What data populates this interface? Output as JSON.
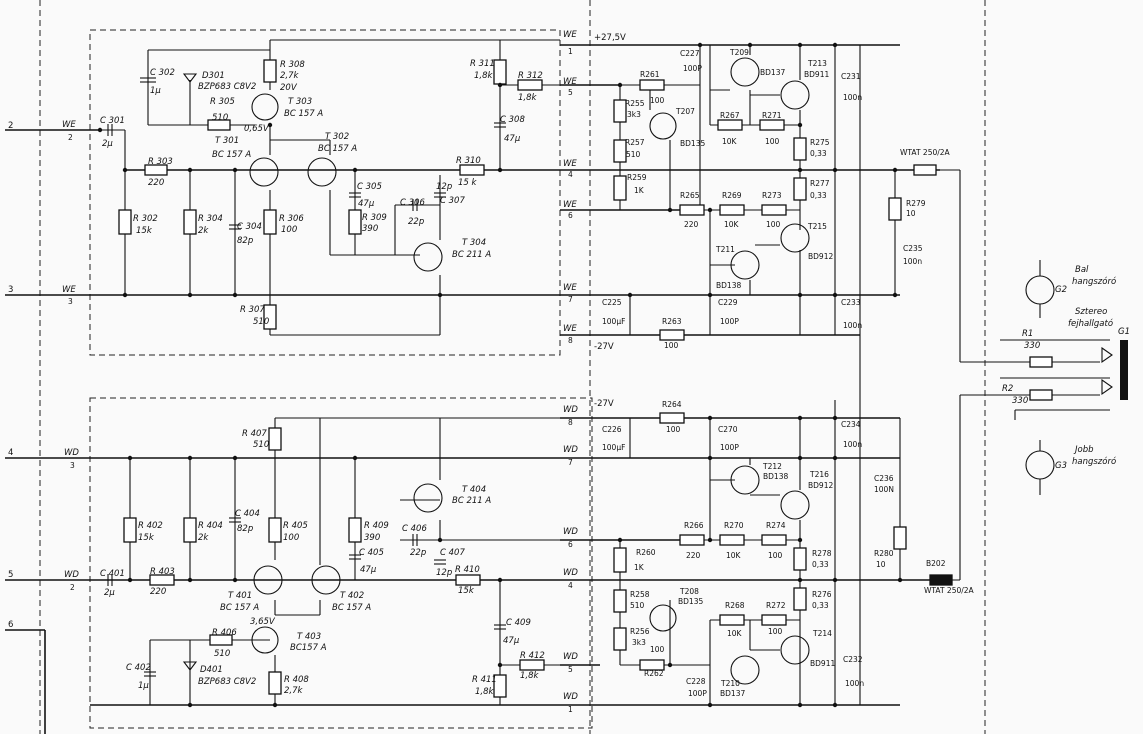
{
  "supply": {
    "pos": "+27,5V",
    "neg_top": "-27V",
    "neg_bot": "-27V"
  },
  "inputs": [
    "2",
    "3",
    "4",
    "5",
    "6"
  ],
  "top_channel": {
    "connector": "WE",
    "pins": [
      "1",
      "5",
      "4",
      "6",
      "7",
      "8"
    ],
    "edge_in": [
      "2",
      "3"
    ],
    "parts": {
      "C302": [
        "C 302",
        "1µ"
      ],
      "D301": [
        "D301",
        "BZP683 C8V2"
      ],
      "R308": [
        "R 308",
        "2,7k"
      ],
      "v20": "20V",
      "R305": [
        "R 305",
        "510"
      ],
      "T303": [
        "T 303",
        "BC 157 A"
      ],
      "v065": "0,65V",
      "C301": [
        "C 301",
        "2µ"
      ],
      "T301": [
        "T 301",
        "BC 157 A"
      ],
      "T302": [
        "T 302",
        "BC 157 A"
      ],
      "R303": [
        "R 303",
        "220"
      ],
      "R302": [
        "R 302",
        "15k"
      ],
      "R304": [
        "R 304",
        "2k"
      ],
      "C304": [
        "C 304",
        "82p"
      ],
      "R306": [
        "R 306",
        "100"
      ],
      "C305": [
        "C 305",
        "47µ"
      ],
      "R309": [
        "R 309",
        "390"
      ],
      "C306": [
        "C 306",
        "22p"
      ],
      "C307": [
        "C 307",
        "12p"
      ],
      "R310": [
        "R 310",
        "15 k"
      ],
      "R311": [
        "R 311",
        "1,8k"
      ],
      "R312": [
        "R 312",
        "1,8k"
      ],
      "C308": [
        "C 308",
        "47µ"
      ],
      "T304": [
        "T 304",
        "BC 211 A"
      ],
      "R307": [
        "R 307",
        "510"
      ]
    }
  },
  "bottom_channel": {
    "connector": "WD",
    "pins": [
      "8",
      "7",
      "6",
      "4",
      "5",
      "1"
    ],
    "edge_in": [
      "3",
      "2"
    ],
    "parts": {
      "R407": [
        "R 407",
        "510"
      ],
      "T404": [
        "T 404",
        "BC 211 A"
      ],
      "C401": [
        "C 401",
        "2µ"
      ],
      "R402": [
        "R 402",
        "15k"
      ],
      "R404": [
        "R 404",
        "2k"
      ],
      "C404": [
        "C 404",
        "82p"
      ],
      "R405": [
        "R 405",
        "100"
      ],
      "R409": [
        "R 409",
        "390"
      ],
      "C406": [
        "C 406",
        "22p"
      ],
      "C405": [
        "C 405",
        "47µ"
      ],
      "C407": [
        "C 407",
        "12p"
      ],
      "R410": [
        "R 410",
        "15k"
      ],
      "R403": [
        "R 403",
        "220"
      ],
      "T401": [
        "T 401",
        "BC 157 A"
      ],
      "T402": [
        "T 402",
        "BC 157 A"
      ],
      "v365": "3,65V",
      "R406": [
        "R 406",
        "510"
      ],
      "T403": [
        "T 403",
        "BC157 A"
      ],
      "C402": [
        "C 402",
        "1µ"
      ],
      "D401": [
        "D401",
        "BZP683 C8V2"
      ],
      "R408": [
        "R 408",
        "2,7k"
      ],
      "C409": [
        "C 409",
        "47µ"
      ],
      "R411": [
        "R 411",
        "1,8k"
      ],
      "R412": [
        "R 412",
        "1,8k"
      ]
    }
  },
  "output_top": {
    "C227": [
      "C227",
      "100P"
    ],
    "T209": [
      "T209",
      "BD137"
    ],
    "T213": [
      "T213",
      "BD911"
    ],
    "C231": [
      "C231",
      "100n"
    ],
    "R261": [
      "R261",
      "100"
    ],
    "R255": [
      "R255",
      "3k3"
    ],
    "T207": [
      "T207",
      "BD135"
    ],
    "R257": [
      "R257",
      "510"
    ],
    "R267": [
      "R267",
      "10K"
    ],
    "R271": [
      "R271",
      "100"
    ],
    "R275": [
      "R275",
      "0,33"
    ],
    "R259": [
      "R259",
      "1K"
    ],
    "R265": [
      "R265",
      "220"
    ],
    "R269": [
      "R269",
      "10K"
    ],
    "R273": [
      "R273",
      "100"
    ],
    "R277": [
      "R277",
      "0,33"
    ],
    "T215": [
      "T215",
      "BD912"
    ],
    "T211": [
      "T211",
      "BD138"
    ],
    "R279": [
      "R279",
      "10"
    ],
    "C235": [
      "C235",
      "100n"
    ],
    "C225": [
      "C225",
      "100µF"
    ],
    "R263": [
      "R263",
      "100"
    ],
    "C229": [
      "C229",
      "100P"
    ],
    "C233": [
      "C233",
      "100n"
    ],
    "fuse": "WTAT 250/2A"
  },
  "output_bot": {
    "R264": [
      "R264",
      "100"
    ],
    "C226": [
      "C226",
      "100µF"
    ],
    "C270": [
      "C270",
      "100P"
    ],
    "C234": [
      "C234",
      "100n"
    ],
    "T212": [
      "T212",
      "BD138"
    ],
    "T216": [
      "T216",
      "BD912"
    ],
    "C236": [
      "C236",
      "100N"
    ],
    "R266": [
      "R266",
      "220"
    ],
    "R270": [
      "R270",
      "10K"
    ],
    "R274": [
      "R274",
      "100"
    ],
    "R278": [
      "R278",
      "0,33"
    ],
    "R280": [
      "R280",
      "10"
    ],
    "R260": [
      "R260",
      "1K"
    ],
    "B202": "B202",
    "R258": [
      "R258",
      "510"
    ],
    "T208": [
      "T208",
      "BD135"
    ],
    "R268": [
      "R268",
      "10K"
    ],
    "R272": [
      "R272",
      "100"
    ],
    "R276": [
      "R276",
      "0,33"
    ],
    "R256": [
      "R256",
      "3k3"
    ],
    "T214": [
      "T214",
      "BD911"
    ],
    "R262": [
      "R262",
      "100"
    ],
    "C228": [
      "C228",
      "100P"
    ],
    "T210": [
      "T210",
      "BD137"
    ],
    "C232": [
      "C232",
      "100n"
    ],
    "fuse": "WTAT 250/2A"
  },
  "speakers": {
    "left": [
      "Bal",
      "hangszóró"
    ],
    "G2": "G2",
    "headphone": [
      "Sztereo",
      "fejhallgató"
    ],
    "G1": "G1",
    "R1": [
      "R1",
      "330"
    ],
    "R2": [
      "R2",
      "330"
    ],
    "right": [
      "Jobb",
      "hangszóró"
    ],
    "G3": "G3"
  }
}
